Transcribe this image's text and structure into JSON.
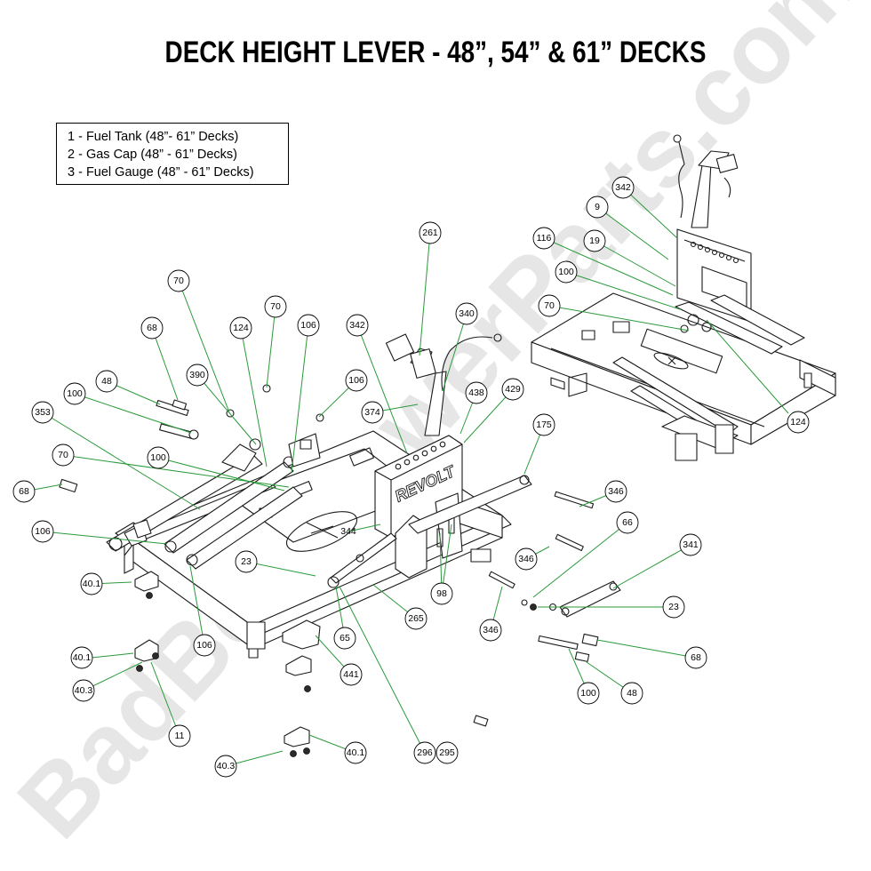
{
  "title": "DECK HEIGHT LEVER - 48”, 54” & 61” DECKS",
  "legend": [
    "1 - Fuel Tank (48”- 61” Decks)",
    "2 - Gas Cap (48” - 61” Decks)",
    "3 - Fuel Gauge (48” - 61” Decks)"
  ],
  "watermark": "BadBoyMowerParts.com",
  "decal_text": "REVOLT",
  "colors": {
    "leader": "#2a9a3a",
    "ink": "#1a1a1a",
    "watermark": "#e6e6e6"
  },
  "callouts": [
    {
      "id": "c1",
      "label": "342"
    },
    {
      "id": "c2",
      "label": "9"
    },
    {
      "id": "c3",
      "label": "116"
    },
    {
      "id": "c4",
      "label": "19"
    },
    {
      "id": "c5",
      "label": "100"
    },
    {
      "id": "c6",
      "label": "70"
    },
    {
      "id": "c7",
      "label": "124"
    },
    {
      "id": "c8",
      "label": "70"
    },
    {
      "id": "c9",
      "label": "70"
    },
    {
      "id": "c10",
      "label": "68"
    },
    {
      "id": "c11",
      "label": "124"
    },
    {
      "id": "c12",
      "label": "106"
    },
    {
      "id": "c13",
      "label": "390"
    },
    {
      "id": "c14",
      "label": "48"
    },
    {
      "id": "c15",
      "label": "100"
    },
    {
      "id": "c16",
      "label": "106"
    },
    {
      "id": "c17",
      "label": "353"
    },
    {
      "id": "c18",
      "label": "342"
    },
    {
      "id": "c19",
      "label": "261"
    },
    {
      "id": "c20",
      "label": "340"
    },
    {
      "id": "c21",
      "label": "374"
    },
    {
      "id": "c22",
      "label": "438"
    },
    {
      "id": "c23",
      "label": "429"
    },
    {
      "id": "c24",
      "label": "175"
    },
    {
      "id": "c25",
      "label": "70"
    },
    {
      "id": "c26",
      "label": "100"
    },
    {
      "id": "c27",
      "label": "68"
    },
    {
      "id": "c28",
      "label": "106"
    },
    {
      "id": "c29",
      "label": "40.1"
    },
    {
      "id": "c30",
      "label": "106"
    },
    {
      "id": "c31",
      "label": "23"
    },
    {
      "id": "c32",
      "label": "344"
    },
    {
      "id": "c33",
      "label": "346"
    },
    {
      "id": "c34",
      "label": "66"
    },
    {
      "id": "c35",
      "label": "346"
    },
    {
      "id": "c36",
      "label": "341"
    },
    {
      "id": "c37",
      "label": "98"
    },
    {
      "id": "c38",
      "label": "265"
    },
    {
      "id": "c39",
      "label": "65"
    },
    {
      "id": "c40",
      "label": "23"
    },
    {
      "id": "c41",
      "label": "346"
    },
    {
      "id": "c42",
      "label": "68"
    },
    {
      "id": "c43",
      "label": "40.1"
    },
    {
      "id": "c44",
      "label": "40.3"
    },
    {
      "id": "c45",
      "label": "441"
    },
    {
      "id": "c46",
      "label": "100"
    },
    {
      "id": "c47",
      "label": "48"
    },
    {
      "id": "c48",
      "label": "11"
    },
    {
      "id": "c49",
      "label": "296"
    },
    {
      "id": "c50",
      "label": "295"
    },
    {
      "id": "c51",
      "label": "40.3"
    },
    {
      "id": "c52",
      "label": "40.1"
    }
  ]
}
